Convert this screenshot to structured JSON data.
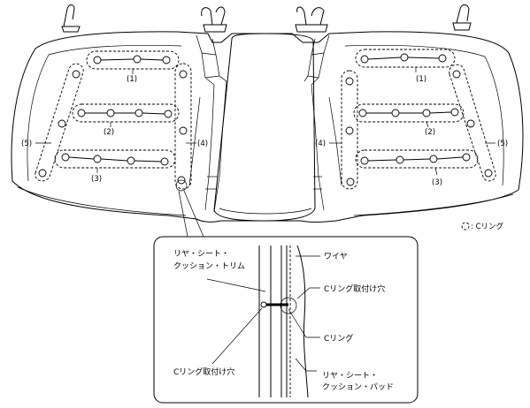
{
  "legend": {
    "symbol": "◌",
    "text": ": Cリング"
  },
  "overview_labels": {
    "left": {
      "r1": "(1)",
      "r2": "(2)",
      "r3": "(3)",
      "r4": "(4)",
      "r5": "(5)"
    },
    "right": {
      "r1": "(1)",
      "r2": "(2)",
      "r3": "(3)",
      "r4": "(4)",
      "r5": "(5)"
    }
  },
  "detail": {
    "trim_label_line1": "リヤ・シート・",
    "trim_label_line2": "クッション・トリム",
    "wire_label": "ワイヤ",
    "ring_hole_top_label": "Cリング取付け穴",
    "ring_label": "Cリング",
    "ring_hole_bottom_label": "Cリング取付け穴",
    "pad_label_line1": "リヤ・シート・",
    "pad_label_line2": "クッション・パッド"
  }
}
